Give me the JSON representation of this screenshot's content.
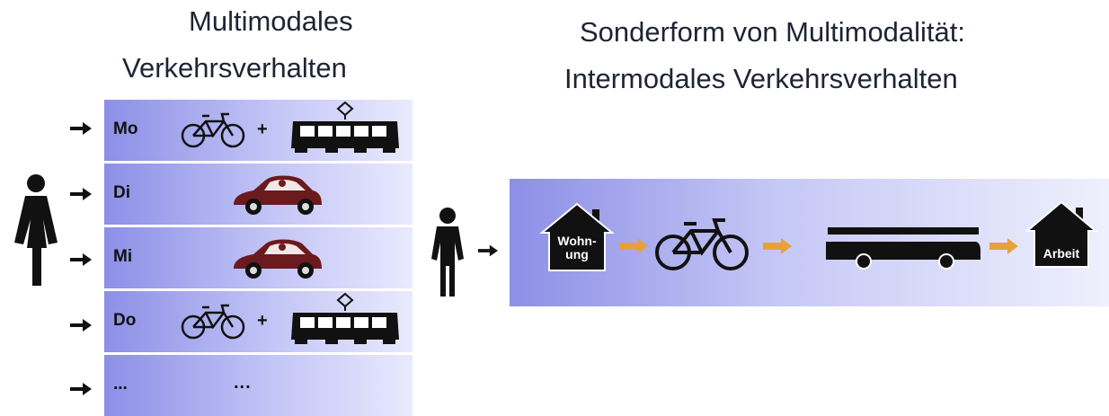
{
  "left": {
    "title_line1": "Multimodales",
    "title_line2": "Verkehrsverhalten",
    "days": [
      "Mo",
      "Di",
      "Mi",
      "Do",
      "..."
    ],
    "plus": "+",
    "ellipsis": "..."
  },
  "right": {
    "title_line1": "Sonderform von Multimodalität:",
    "title_line2": "Intermodales Verkehrsverhalten",
    "home_line1": "Wohn-",
    "home_line2": "ung",
    "work": "Arbeit"
  },
  "colors": {
    "band_start": "#8c8fe6",
    "band_end": "#e9eafd",
    "car": "#6b1a1e",
    "arrow_orange": "#e6a23a"
  },
  "icons": [
    "person-icon",
    "arrow-right-icon",
    "bicycle-icon",
    "tram-icon",
    "car-icon",
    "house-icon",
    "bus-icon"
  ]
}
